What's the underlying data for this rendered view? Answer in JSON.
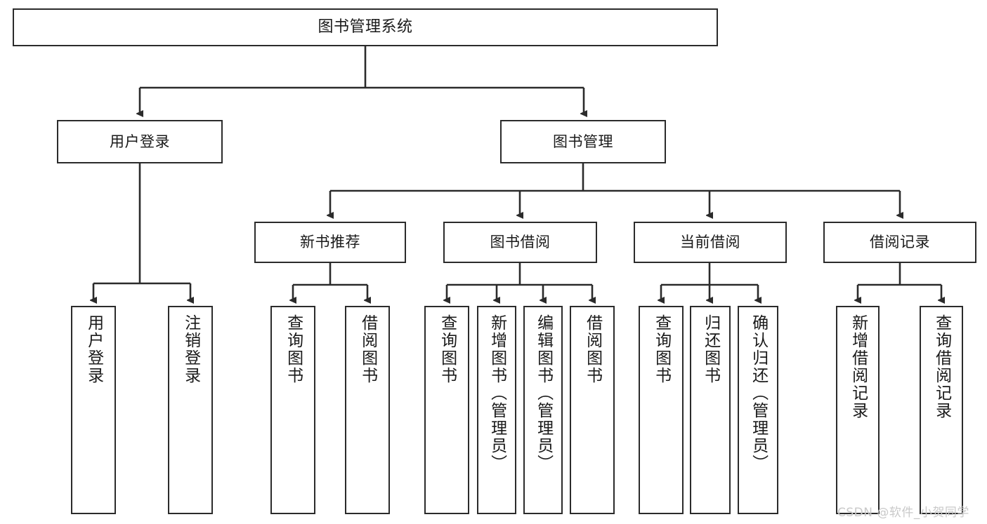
{
  "diagram": {
    "title": "图书管理系统",
    "type": "tree-hierarchy",
    "root": {
      "label": "图书管理系统"
    },
    "level2": [
      {
        "label": "用户登录"
      },
      {
        "label": "图书管理"
      }
    ],
    "level3": [
      {
        "label": "新书推荐"
      },
      {
        "label": "图书借阅"
      },
      {
        "label": "当前借阅"
      },
      {
        "label": "借阅记录"
      }
    ],
    "leaves": {
      "user_login": [
        {
          "label": "用户登录"
        },
        {
          "label": "注销登录"
        }
      ],
      "new_book_recommend": [
        {
          "label": "查询图书"
        },
        {
          "label": "借阅图书"
        }
      ],
      "book_borrow": [
        {
          "label": "查询图书"
        },
        {
          "label": "新增图书（管理员）"
        },
        {
          "label": "编辑图书（管理员）"
        },
        {
          "label": "借阅图书"
        }
      ],
      "current_borrow": [
        {
          "label": "查询图书"
        },
        {
          "label": "归还图书"
        },
        {
          "label": "确认归还（管理员）"
        }
      ],
      "borrow_record": [
        {
          "label": "新增借阅记录"
        },
        {
          "label": "查询借阅记录"
        }
      ]
    }
  },
  "watermark": {
    "text": "CSDN @软件_小贺同学",
    "color": "#c9c9c9"
  },
  "colors": {
    "stroke": "#2b2b2b",
    "fill": "#ffffff",
    "text": "#1a1a1a"
  }
}
